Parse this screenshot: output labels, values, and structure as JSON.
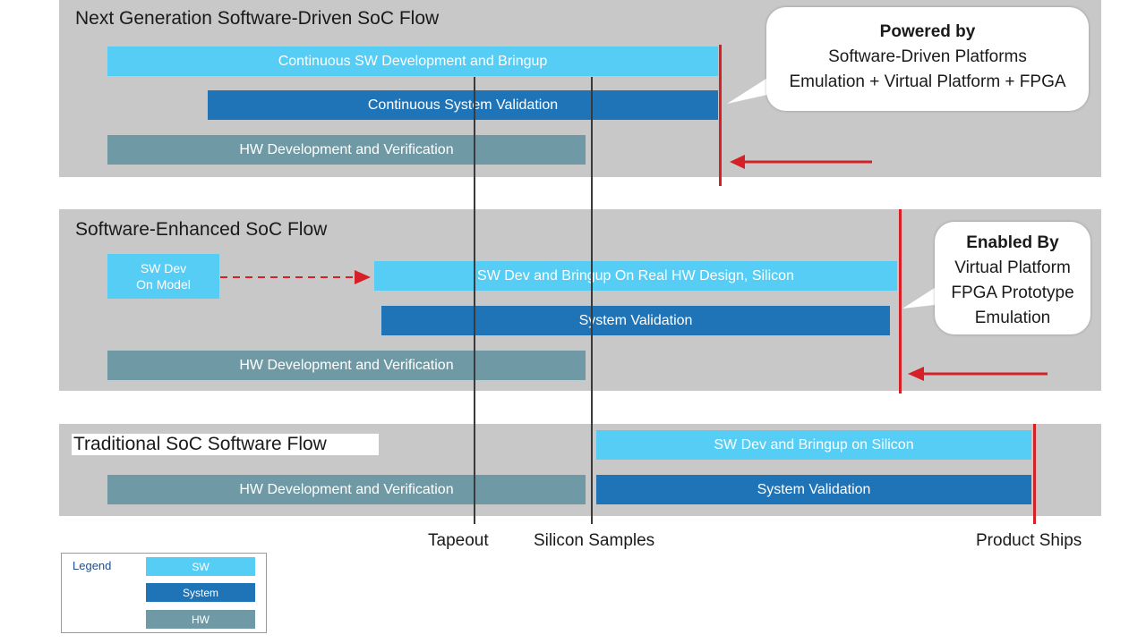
{
  "flows": {
    "next_gen": {
      "title": "Next Generation Software-Driven SoC Flow",
      "sw_bar": "Continuous SW Development and Bringup",
      "sys_bar": "Continuous System Validation",
      "hw_bar": "HW Development and Verification"
    },
    "enhanced": {
      "title": "Software-Enhanced  SoC Flow",
      "sw_model_line1": "SW Dev",
      "sw_model_line2": "On Model",
      "sw_bar": "SW Dev and Bringup On Real HW Design, Silicon",
      "sys_bar": "System Validation",
      "hw_bar": "HW Development and Verification"
    },
    "traditional": {
      "title": "Traditional SoC Software Flow",
      "sw_bar": "SW Dev and Bringup on Silicon",
      "sys_bar": "System Validation",
      "hw_bar": "HW Development and Verification"
    }
  },
  "callouts": {
    "powered": {
      "heading": "Powered by",
      "line1": "Software-Driven Platforms",
      "line2": "Emulation + Virtual Platform + FPGA"
    },
    "enabled": {
      "heading": "Enabled By",
      "line1": "Virtual Platform",
      "line2": "FPGA Prototype",
      "line3": "Emulation"
    }
  },
  "milestones": {
    "tapeout": "Tapeout",
    "silicon_samples": "Silicon Samples",
    "product_ships": "Product Ships"
  },
  "legend": {
    "title": "Legend",
    "sw": "SW",
    "system": "System",
    "hw": "HW"
  },
  "colors": {
    "sw": "#55cdf5",
    "system": "#1f73b7",
    "hw": "#6f9aa5",
    "marker": "#d62027",
    "panel": "#c8c8c8"
  }
}
